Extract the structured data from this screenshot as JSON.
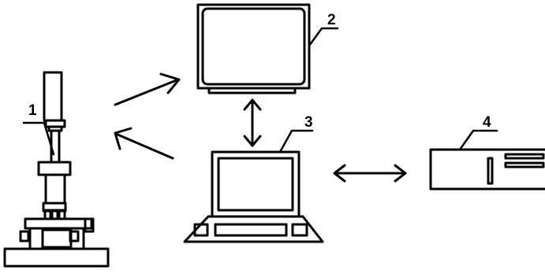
{
  "labels": {
    "microscope": "1",
    "monitor": "2",
    "computer": "3",
    "controller": "4"
  },
  "colors": {
    "ink": "#000000",
    "paper": "#ffffff"
  },
  "connections": [
    {
      "from": "microscope",
      "to": "monitor",
      "style": "single-arrow"
    },
    {
      "from": "computer",
      "to": "microscope",
      "style": "single-arrow"
    },
    {
      "from": "monitor",
      "to": "computer",
      "style": "double-arrow"
    },
    {
      "from": "computer",
      "to": "controller",
      "style": "double-arrow"
    }
  ]
}
